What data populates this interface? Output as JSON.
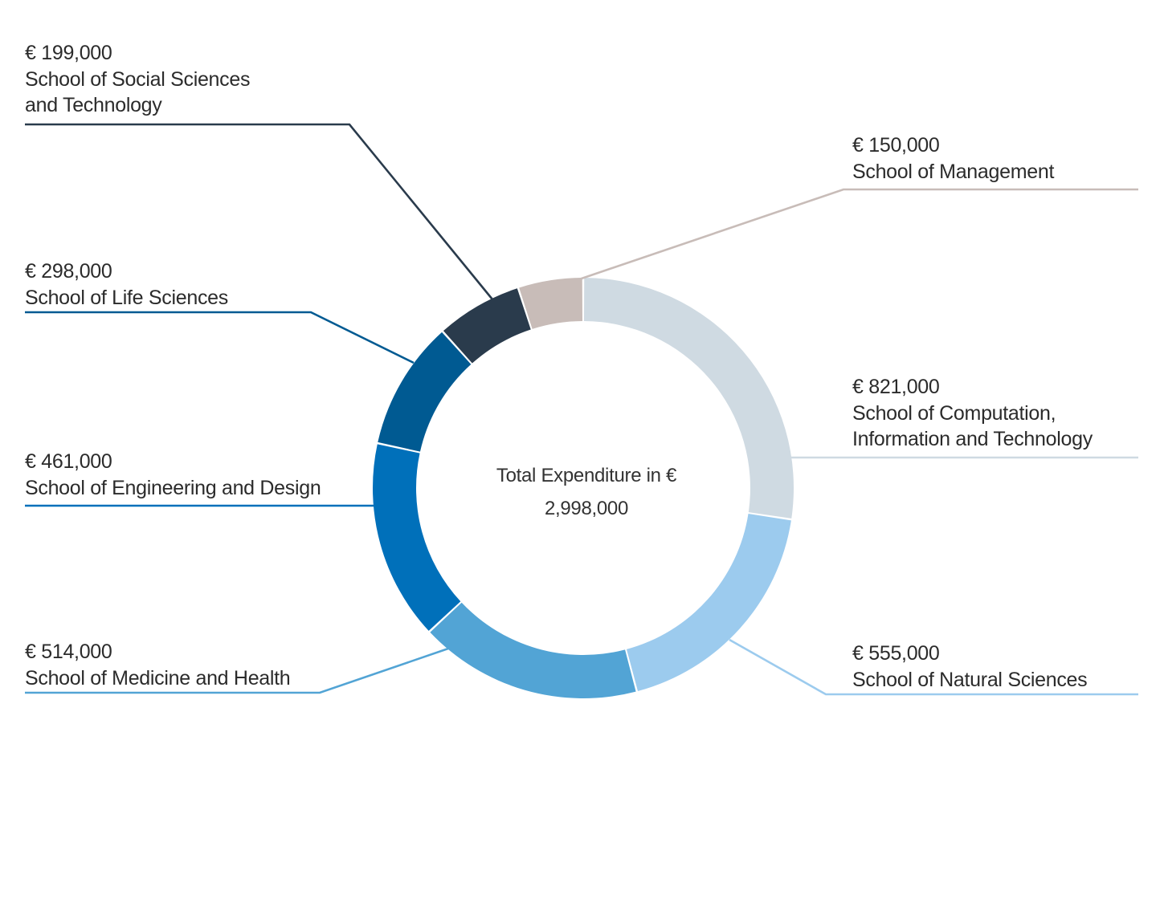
{
  "chart_data": {
    "type": "pie",
    "variant": "donut",
    "title": "",
    "center_label": "Total Expenditure in €",
    "center_value": "2,998,000",
    "total": 2998000,
    "unit": "€",
    "slices": [
      {
        "label": "School of Computation, Information and Technology",
        "value": 821000,
        "value_text": "€ 821,000",
        "name_lines": [
          "School of Computation,",
          "Information and Technology"
        ],
        "color": "#cfdae2"
      },
      {
        "label": "School of Natural Sciences",
        "value": 555000,
        "value_text": "€ 555,000",
        "name_lines": [
          "School of Natural Sciences"
        ],
        "color": "#9ccbee"
      },
      {
        "label": "School of Medicine and Health",
        "value": 514000,
        "value_text": "€ 514,000",
        "name_lines": [
          "School of Medicine and Health"
        ],
        "color": "#52a4d5"
      },
      {
        "label": "School of Engineering and Design",
        "value": 461000,
        "value_text": "€ 461,000",
        "name_lines": [
          "School of Engineering and Design"
        ],
        "color": "#0070ba"
      },
      {
        "label": "School of Life Sciences",
        "value": 298000,
        "value_text": "€ 298,000",
        "name_lines": [
          "School of Life Sciences"
        ],
        "color": "#005a92"
      },
      {
        "label": "School of Social Sciences and Technology",
        "value": 199000,
        "value_text": "€ 199,000",
        "name_lines": [
          "School of Social Sciences",
          "and Technology"
        ],
        "color": "#2a3b4c"
      },
      {
        "label": "School of Management",
        "value": 150000,
        "value_text": "€ 150,000",
        "name_lines": [
          "School of Management"
        ],
        "color": "#c8bcb8"
      }
    ],
    "legend": "callouts"
  }
}
